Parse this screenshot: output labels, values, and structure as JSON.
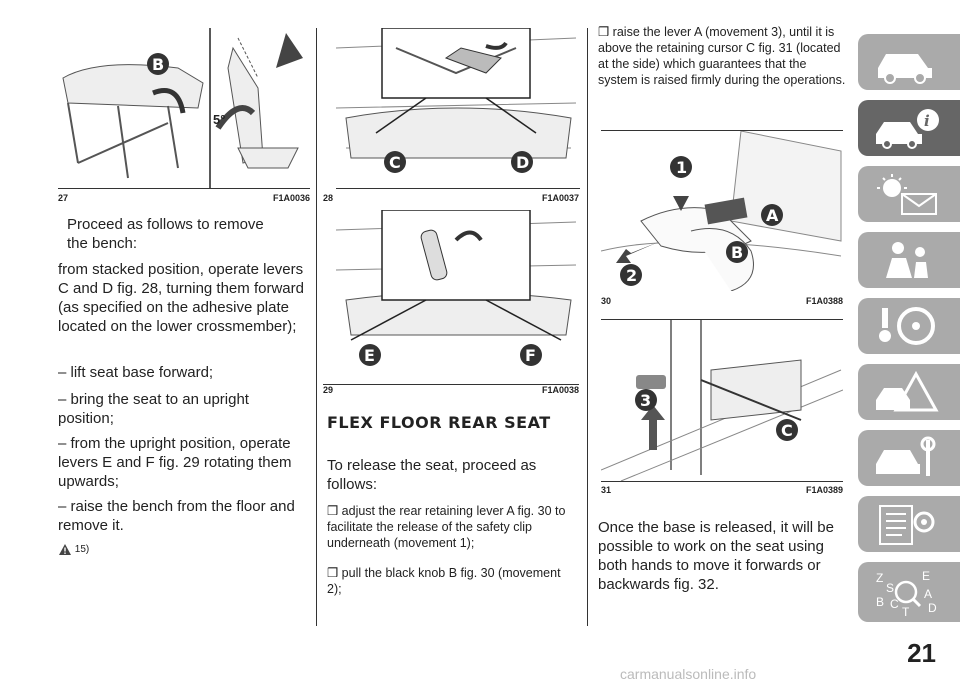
{
  "figures": {
    "fig27": {
      "num": "27",
      "code": "F1A0036",
      "labels": [
        "B",
        "5°"
      ]
    },
    "fig28": {
      "num": "28",
      "code": "F1A0037",
      "labels": [
        "C",
        "D"
      ]
    },
    "fig29": {
      "num": "29",
      "code": "F1A0038",
      "labels": [
        "E",
        "F"
      ]
    },
    "fig30": {
      "num": "30",
      "code": "F1A0388",
      "labels": [
        "1",
        "A",
        "B",
        "2"
      ]
    },
    "fig31": {
      "num": "31",
      "code": "F1A0389",
      "labels": [
        "3",
        "C"
      ]
    }
  },
  "col1": {
    "intro": "Proceed as follows to remove the bench:",
    "p1": "from stacked position, operate levers C and D fig. 28, turning them forward (as specified on the adhesive plate located on the lower crossmember);",
    "p2": "– lift seat base forward;",
    "p3": "– bring the seat to an upright position;",
    "p4": "– from the upright position, operate levers E and F fig. 29 rotating them upwards;",
    "p5": "– raise the bench from the floor and remove it.",
    "warn_ref": "15)"
  },
  "col2": {
    "heading": "FLEX FLOOR REAR SEAT",
    "intro": "To release the seat, proceed as follows:",
    "b1": "❒ adjust the rear retaining lever A fig. 30 to facilitate the release of the safety clip underneath (movement 1);",
    "b2": "❒ pull the black knob B fig. 30 (movement 2);"
  },
  "col3": {
    "b3": "❒ raise the lever A (movement 3), until it is above the retaining cursor C fig. 31 (located at the side) which guarantees that the system is raised firmly during the operations.",
    "p_end": "Once the base is released, it will be possible to work on the seat using both hands to move it forwards or backwards fig. 32."
  },
  "sidebar": {
    "tabs": [
      "car-icon",
      "car-info-icon",
      "warning-lights-icon",
      "safety-icon",
      "driving-icon",
      "emergency-icon",
      "maintenance-icon",
      "technical-data-icon",
      "index-icon"
    ],
    "index_letters": [
      "Z",
      "E",
      "S",
      "A",
      "B",
      "C",
      "D",
      "T"
    ]
  },
  "page_number": "21",
  "footer": "carmanualsonline.info"
}
